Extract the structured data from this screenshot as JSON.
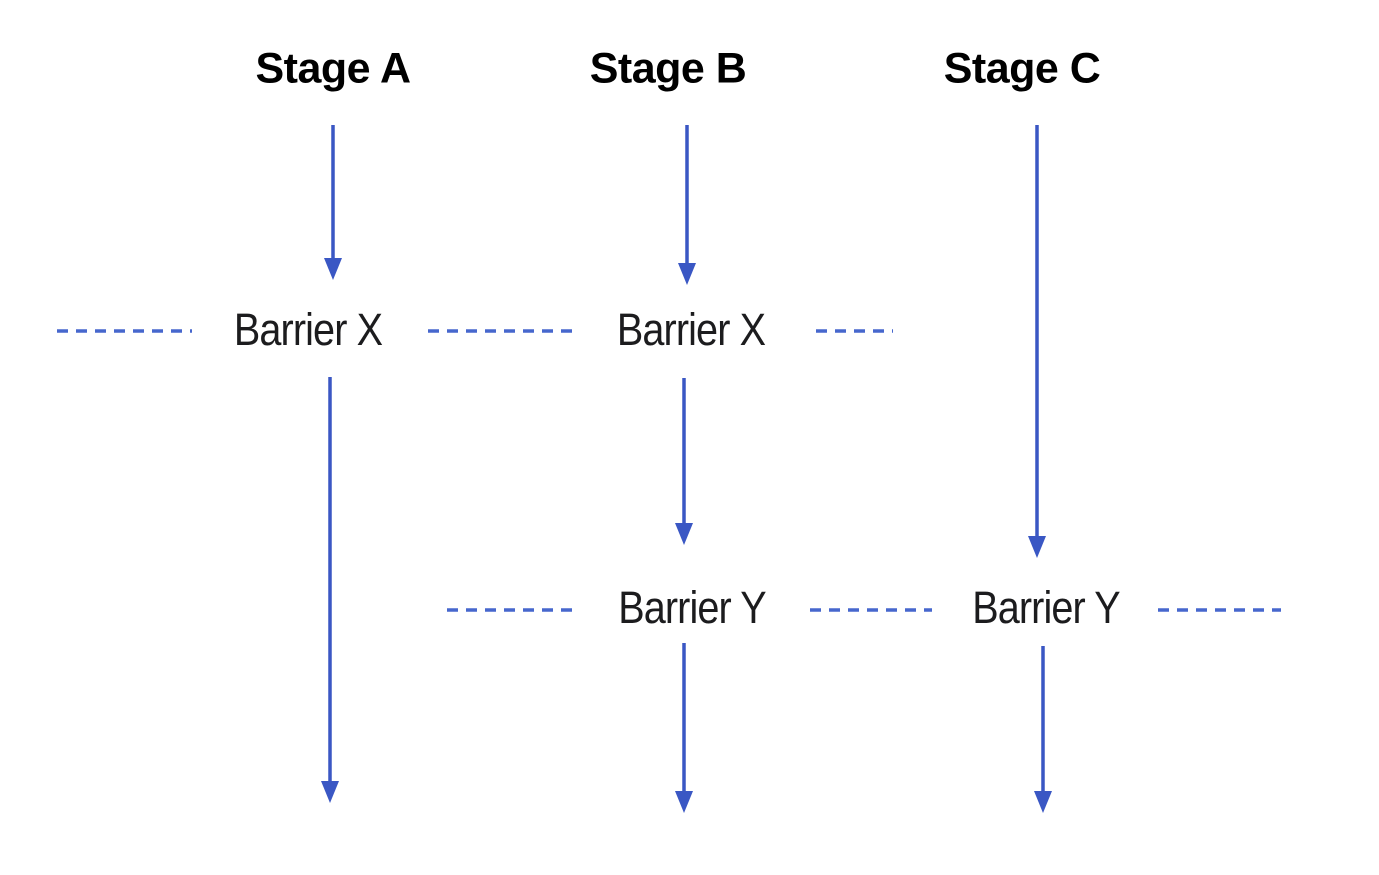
{
  "stages": [
    {
      "label": "Stage A"
    },
    {
      "label": "Stage B"
    },
    {
      "label": "Stage C"
    }
  ],
  "barrier_labels": [
    {
      "label": "Barrier X",
      "row": "X",
      "column": "Stage A"
    },
    {
      "label": "Barrier X",
      "row": "X",
      "column": "Stage B"
    },
    {
      "label": "Barrier Y",
      "row": "Y",
      "column": "Stage B"
    },
    {
      "label": "Barrier Y",
      "row": "Y",
      "column": "Stage C"
    }
  ],
  "colors": {
    "arrow": "#3A57C4",
    "dash": "#4667CD",
    "label_text": "#1c1c1e",
    "header_text": "#000000",
    "background": "#FFFFFF"
  }
}
